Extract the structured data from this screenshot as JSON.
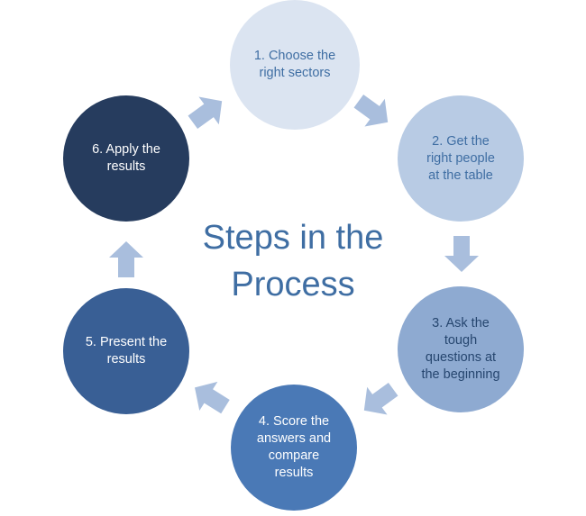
{
  "diagram": {
    "title": "Steps in the\nProcess",
    "colors": {
      "title": "#3f6ea3",
      "arrow": "#a9bedd"
    },
    "steps": [
      {
        "label": "1. Choose the\nright sectors",
        "fill": "#dbe4f1",
        "text_color": "#3f6ea3"
      },
      {
        "label": "2. Get the\nright people\nat the table",
        "fill": "#b8cbe4",
        "text_color": "#3f6ea3"
      },
      {
        "label": "3. Ask the\ntough\nquestions at\nthe beginning",
        "fill": "#8eaad1",
        "text_color": "#26466f"
      },
      {
        "label": "4. Score the\nanswers and\ncompare\nresults",
        "fill": "#4a79b6",
        "text_color": "#ffffff"
      },
      {
        "label": "5. Present the\nresults",
        "fill": "#395f95",
        "text_color": "#ffffff"
      },
      {
        "label": "6. Apply the\nresults",
        "fill": "#263c5e",
        "text_color": "#ffffff"
      }
    ]
  }
}
